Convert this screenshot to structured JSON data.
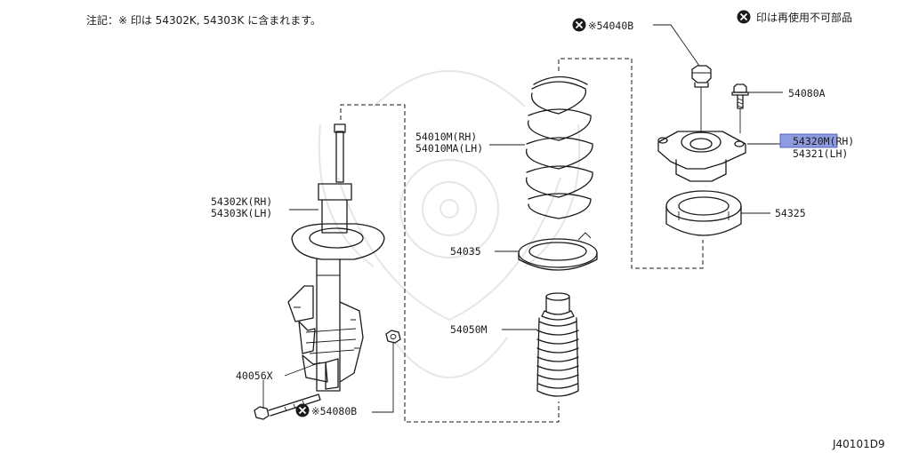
{
  "header": {
    "note_text": "注記：※ 印は 54302K, 54303K に含まれます。",
    "legend_text": "印は再使用不可部品"
  },
  "labels": {
    "p54040B": "※54040B",
    "p54080A": "54080A",
    "p54320M_rh": "54320M(RH)",
    "p54321_lh": "54321(LH)",
    "p54325": "54325",
    "p54010M_rh": "54010M(RH)",
    "p54010MA_lh": "54010MA(LH)",
    "p54035": "54035",
    "p54050M": "54050M",
    "p54302K_rh": "54302K(RH)",
    "p54303K_lh": "54303K(LH)",
    "p40056X": "40056X",
    "p54080B": "※54080B"
  },
  "footer": {
    "diagram_id": "J40101D9"
  },
  "colors": {
    "highlight": "#8f9be0",
    "line": "#1a1a1a",
    "watermark": "#e6e6e6"
  }
}
